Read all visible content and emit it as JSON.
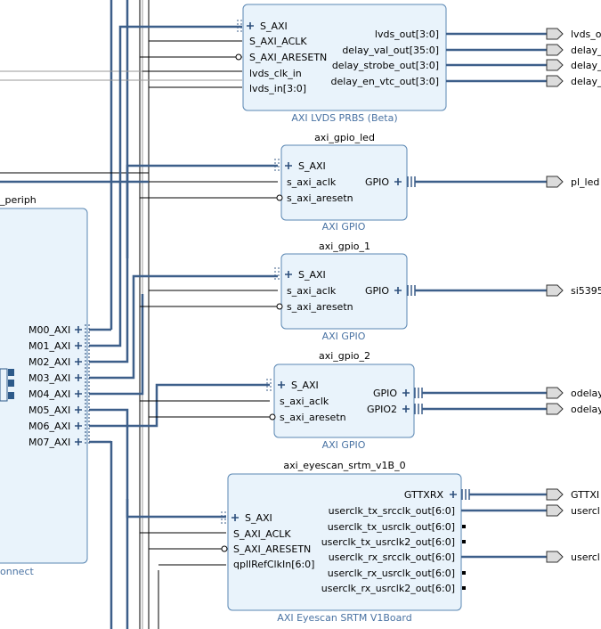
{
  "blocks": {
    "lvds": {
      "instance": "",
      "type": "AXI LVDS PRBS (Beta)",
      "inputs": [
        "S_AXI",
        "S_AXI_ACLK",
        "S_AXI_ARESETN",
        "lvds_clk_in",
        "lvds_in[3:0]"
      ],
      "outputs": [
        "lvds_out[3:0]",
        "delay_val_out[35:0]",
        "delay_strobe_out[3:0]",
        "delay_en_vtc_out[3:0]"
      ]
    },
    "gpio_led": {
      "instance": "axi_gpio_led",
      "type": "AXI GPIO",
      "inputs": [
        "S_AXI",
        "s_axi_aclk",
        "s_axi_aresetn"
      ],
      "outputs": [
        "GPIO"
      ]
    },
    "gpio_1": {
      "instance": "axi_gpio_1",
      "type": "AXI GPIO",
      "inputs": [
        "S_AXI",
        "s_axi_aclk",
        "s_axi_aresetn"
      ],
      "outputs": [
        "GPIO"
      ]
    },
    "gpio_2": {
      "instance": "axi_gpio_2",
      "type": "AXI GPIO",
      "inputs": [
        "S_AXI",
        "s_axi_aclk",
        "s_axi_aresetn"
      ],
      "outputs": [
        "GPIO",
        "GPIO2"
      ]
    },
    "eyescan": {
      "instance": "axi_eyescan_srtm_v1B_0",
      "type": "AXI Eyescan SRTM V1Board",
      "inputs": [
        "S_AXI",
        "S_AXI_ACLK",
        "S_AXI_ARESETN",
        "qpllRefClkIn[6:0]"
      ],
      "outputs": [
        "GTTXRX",
        "userclk_tx_srcclk_out[6:0]",
        "userclk_tx_usrclk_out[6:0]",
        "userclk_tx_usrclk2_out[6:0]",
        "userclk_rx_srcclk_out[6:0]",
        "userclk_rx_usrclk_out[6:0]",
        "userclk_rx_usrclk2_out[6:0]"
      ]
    },
    "interconnect": {
      "instance_fragment": "_periph",
      "type_fragment": "onnect",
      "outputs": [
        "M00_AXI",
        "M01_AXI",
        "M02_AXI",
        "M03_AXI",
        "M04_AXI",
        "M05_AXI",
        "M06_AXI",
        "M07_AXI"
      ]
    }
  },
  "external_ports": [
    "lvds_o",
    "delay_",
    "delay_",
    "delay_",
    "pl_led",
    "si5395",
    "odelay",
    "odelay",
    "GTTXI",
    "usercl",
    "usercl"
  ]
}
